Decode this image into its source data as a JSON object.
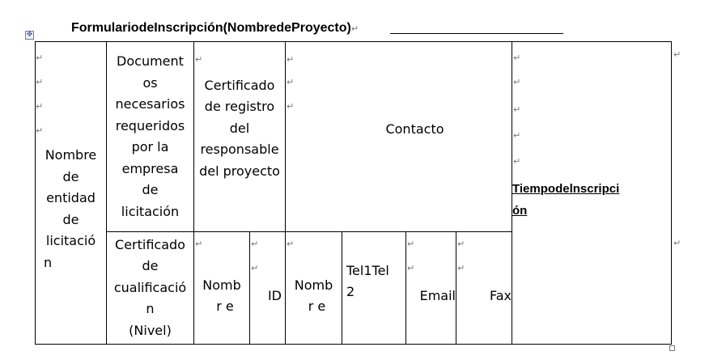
{
  "title": "FormulariodeInscripción(NombredeProyecto)",
  "mark": "↵",
  "headers": {
    "nombre_entidad": [
      "Nombre",
      "de",
      "entidad",
      "de",
      "licitació",
      "n"
    ],
    "documentos": [
      "Document",
      "os",
      "necesarios",
      "requeridos",
      "por la",
      "empresa",
      "de",
      "licitación"
    ],
    "certificado_cualificacion": [
      "Certificado",
      "de",
      "cualificació",
      "n",
      "(Nivel)"
    ],
    "certificado_registro": [
      "Certificado",
      "de registro",
      "del",
      "responsable",
      "del proyecto"
    ],
    "contacto": "Contacto",
    "tiempo": "Tiempodelnscripci\nón",
    "nombre_responsable": [
      "Nomb",
      "r e"
    ],
    "id": "ID",
    "nombre_contacto": [
      "Nomb",
      "r e"
    ],
    "tel": [
      "Tel1Tel",
      "2"
    ],
    "email": "Email",
    "fax": "Fax"
  }
}
